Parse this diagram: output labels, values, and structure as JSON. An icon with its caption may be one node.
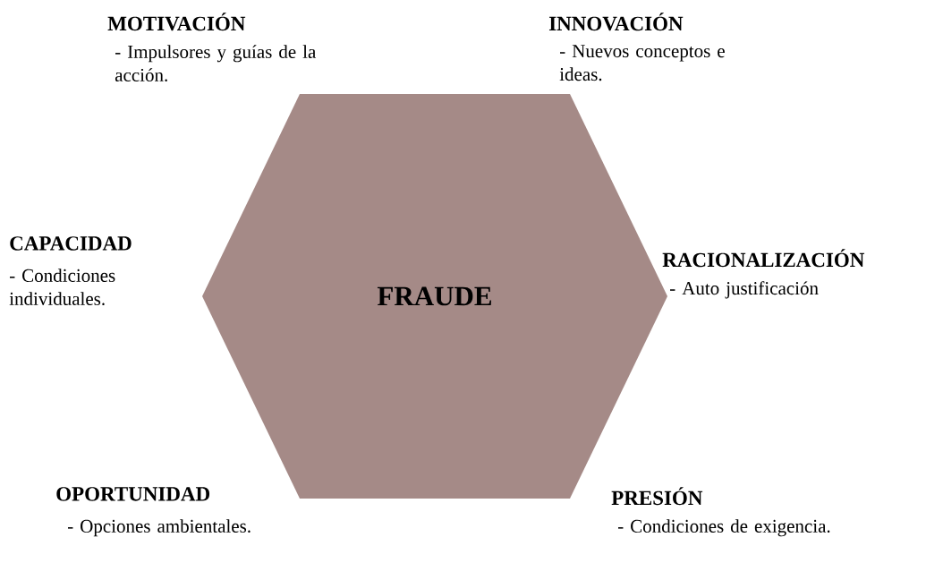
{
  "diagram": {
    "nodes": [
      {
        "text": [
          "FRAUDE"
        ]
      }
    ],
    "labels": [
      "MOTIVACIÓN",
      "- Impulsores y guías de la acción.",
      "INNOVACIÓN",
      "- Nuevos conceptos e ideas.",
      "CAPACIDAD",
      "- Condiciones individuales.",
      "RACIONALIZACIÓN",
      "- Auto justificación",
      "OPORTUNIDAD",
      "- Opciones ambientales.",
      "PRESIÓN",
      "- Condiciones de exigencia."
    ]
  }
}
